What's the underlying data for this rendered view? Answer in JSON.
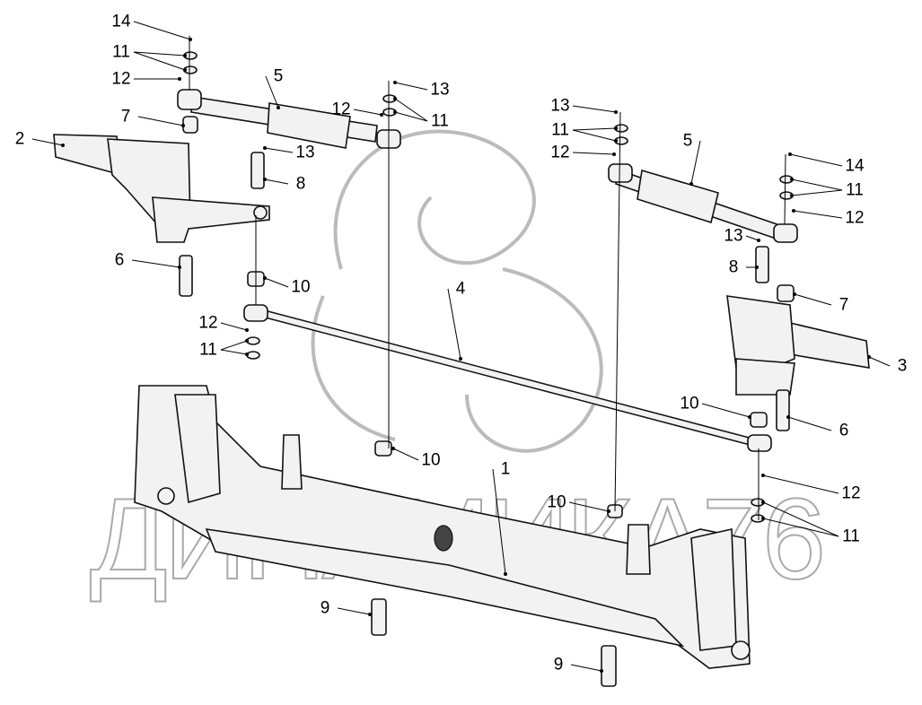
{
  "title": "Front axle assembly exploded diagram",
  "watermark": "ДИНАМИКА76",
  "callouts": [
    "14",
    "11",
    "12",
    "7",
    "2",
    "5",
    "13",
    "12",
    "11",
    "13",
    "8",
    "6",
    "10",
    "12",
    "11",
    "4",
    "13",
    "11",
    "12",
    "5",
    "14",
    "11",
    "12",
    "13",
    "8",
    "7",
    "3",
    "10",
    "6",
    "10",
    "1",
    "12",
    "10",
    "11",
    "9",
    "9"
  ]
}
